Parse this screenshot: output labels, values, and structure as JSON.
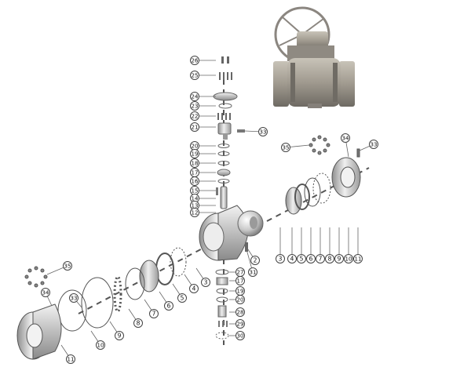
{
  "diagram": {
    "subject": "trunnion-mounted ball valve exploded view",
    "part_numbers": [
      "2",
      "3",
      "4",
      "5",
      "6",
      "7",
      "8",
      "9",
      "10",
      "11",
      "12",
      "13",
      "14",
      "15",
      "16",
      "17",
      "18",
      "19",
      "20",
      "21",
      "22",
      "23",
      "24",
      "25",
      "26",
      "27",
      "28",
      "29",
      "30",
      "31",
      "33",
      "34",
      "35"
    ],
    "callouts": {
      "stem_column": [
        "26",
        "25",
        "24",
        "23",
        "22",
        "21",
        "20",
        "19",
        "18",
        "17",
        "16",
        "15",
        "14",
        "13",
        "12"
      ],
      "stem_right_33": "33",
      "right_seat_group": [
        "3",
        "4",
        "5",
        "6",
        "7",
        "8",
        "9",
        "10",
        "11"
      ],
      "right_end": [
        "35",
        "34",
        "33"
      ],
      "body_parts": [
        "2",
        "31"
      ],
      "left_seat_group": [
        "3",
        "4",
        "5",
        "6",
        "7",
        "8",
        "9",
        "10",
        "11"
      ],
      "left_end": [
        "35",
        "34",
        "33"
      ],
      "lower_trunnion": [
        "27",
        "17",
        "19",
        "20",
        "28",
        "29",
        "30"
      ]
    }
  },
  "colors": {
    "metal_light": "#e4e4e4",
    "metal_mid": "#b9b9b9",
    "metal_dark": "#7d7d7d",
    "line": "#444444",
    "photo_body": "#9a958d"
  }
}
